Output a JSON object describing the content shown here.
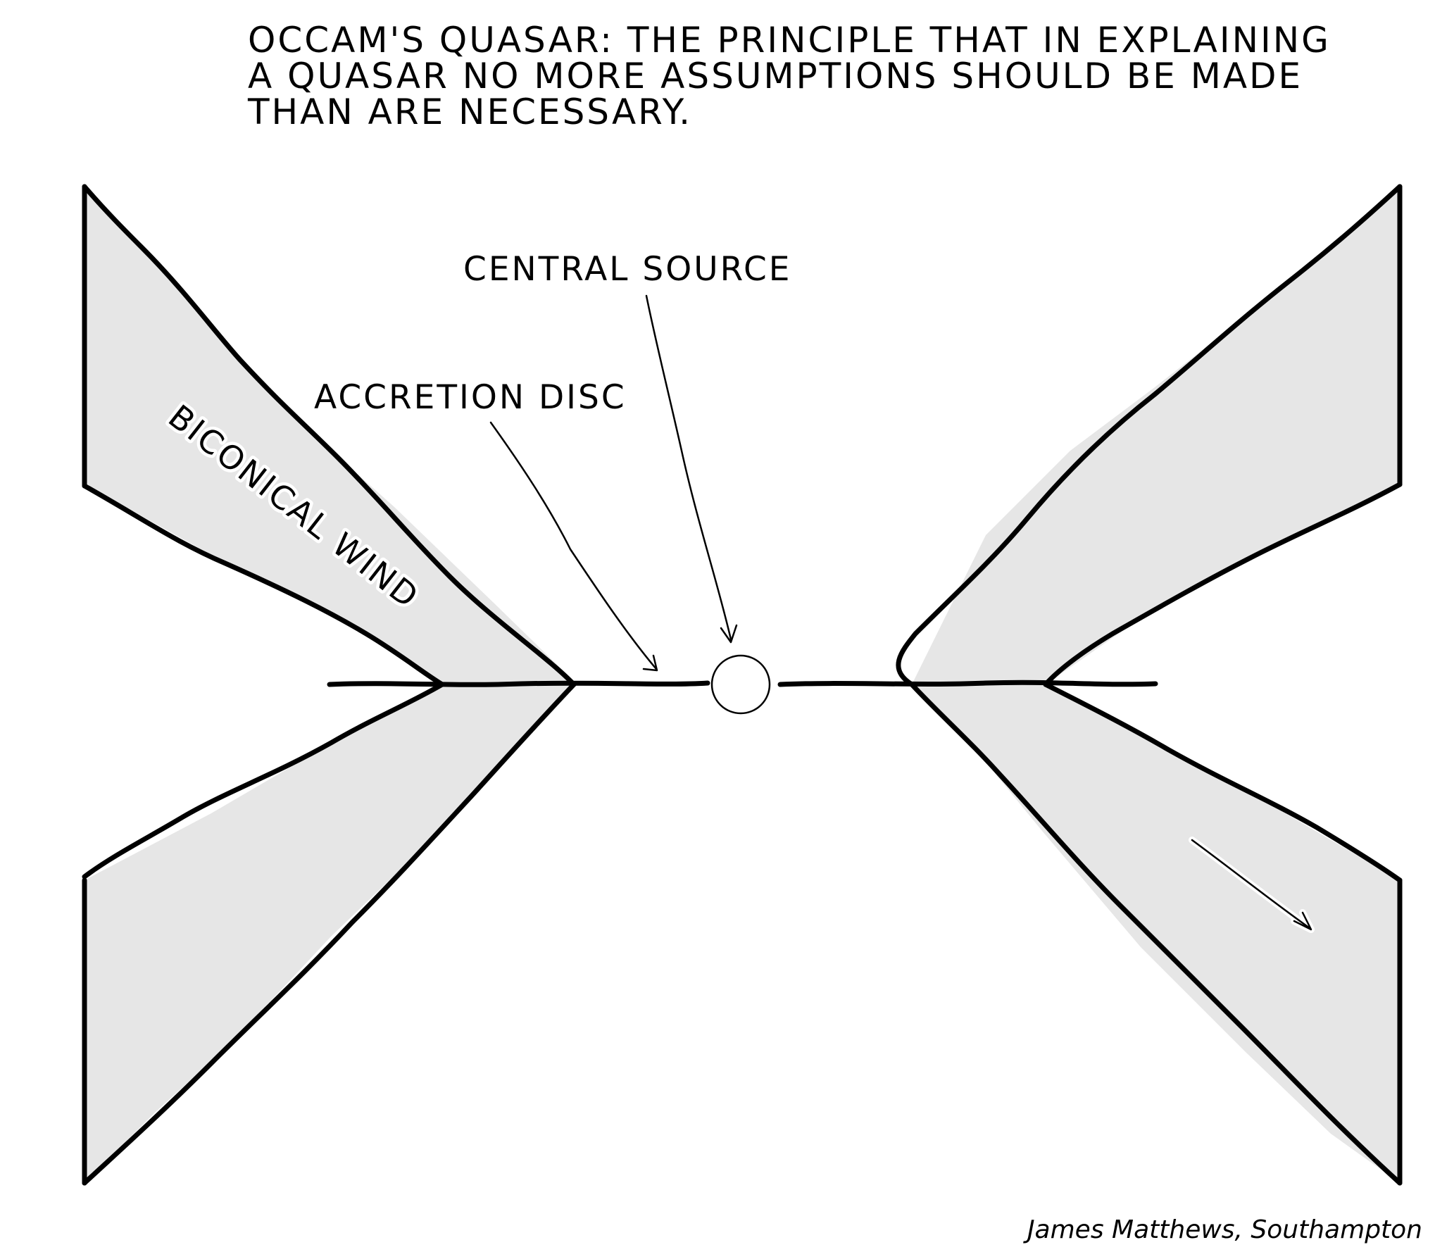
{
  "caption": {
    "line1": "OCCAM'S QUASAR: THE PRINCIPLE THAT IN EXPLAINING",
    "line2": "A QUASAR NO MORE ASSUMPTIONS SHOULD BE MADE",
    "line3": "THAN ARE NECESSARY."
  },
  "labels": {
    "central_source": "CENTRAL SOURCE",
    "accretion_disc": "ACCRETION DISC",
    "biconical_wind": "BICONICAL WIND"
  },
  "credit": "James Matthews, Southampton",
  "colors": {
    "wind_fill": "#e6e6e6",
    "line": "#000000",
    "background": "#ffffff"
  }
}
